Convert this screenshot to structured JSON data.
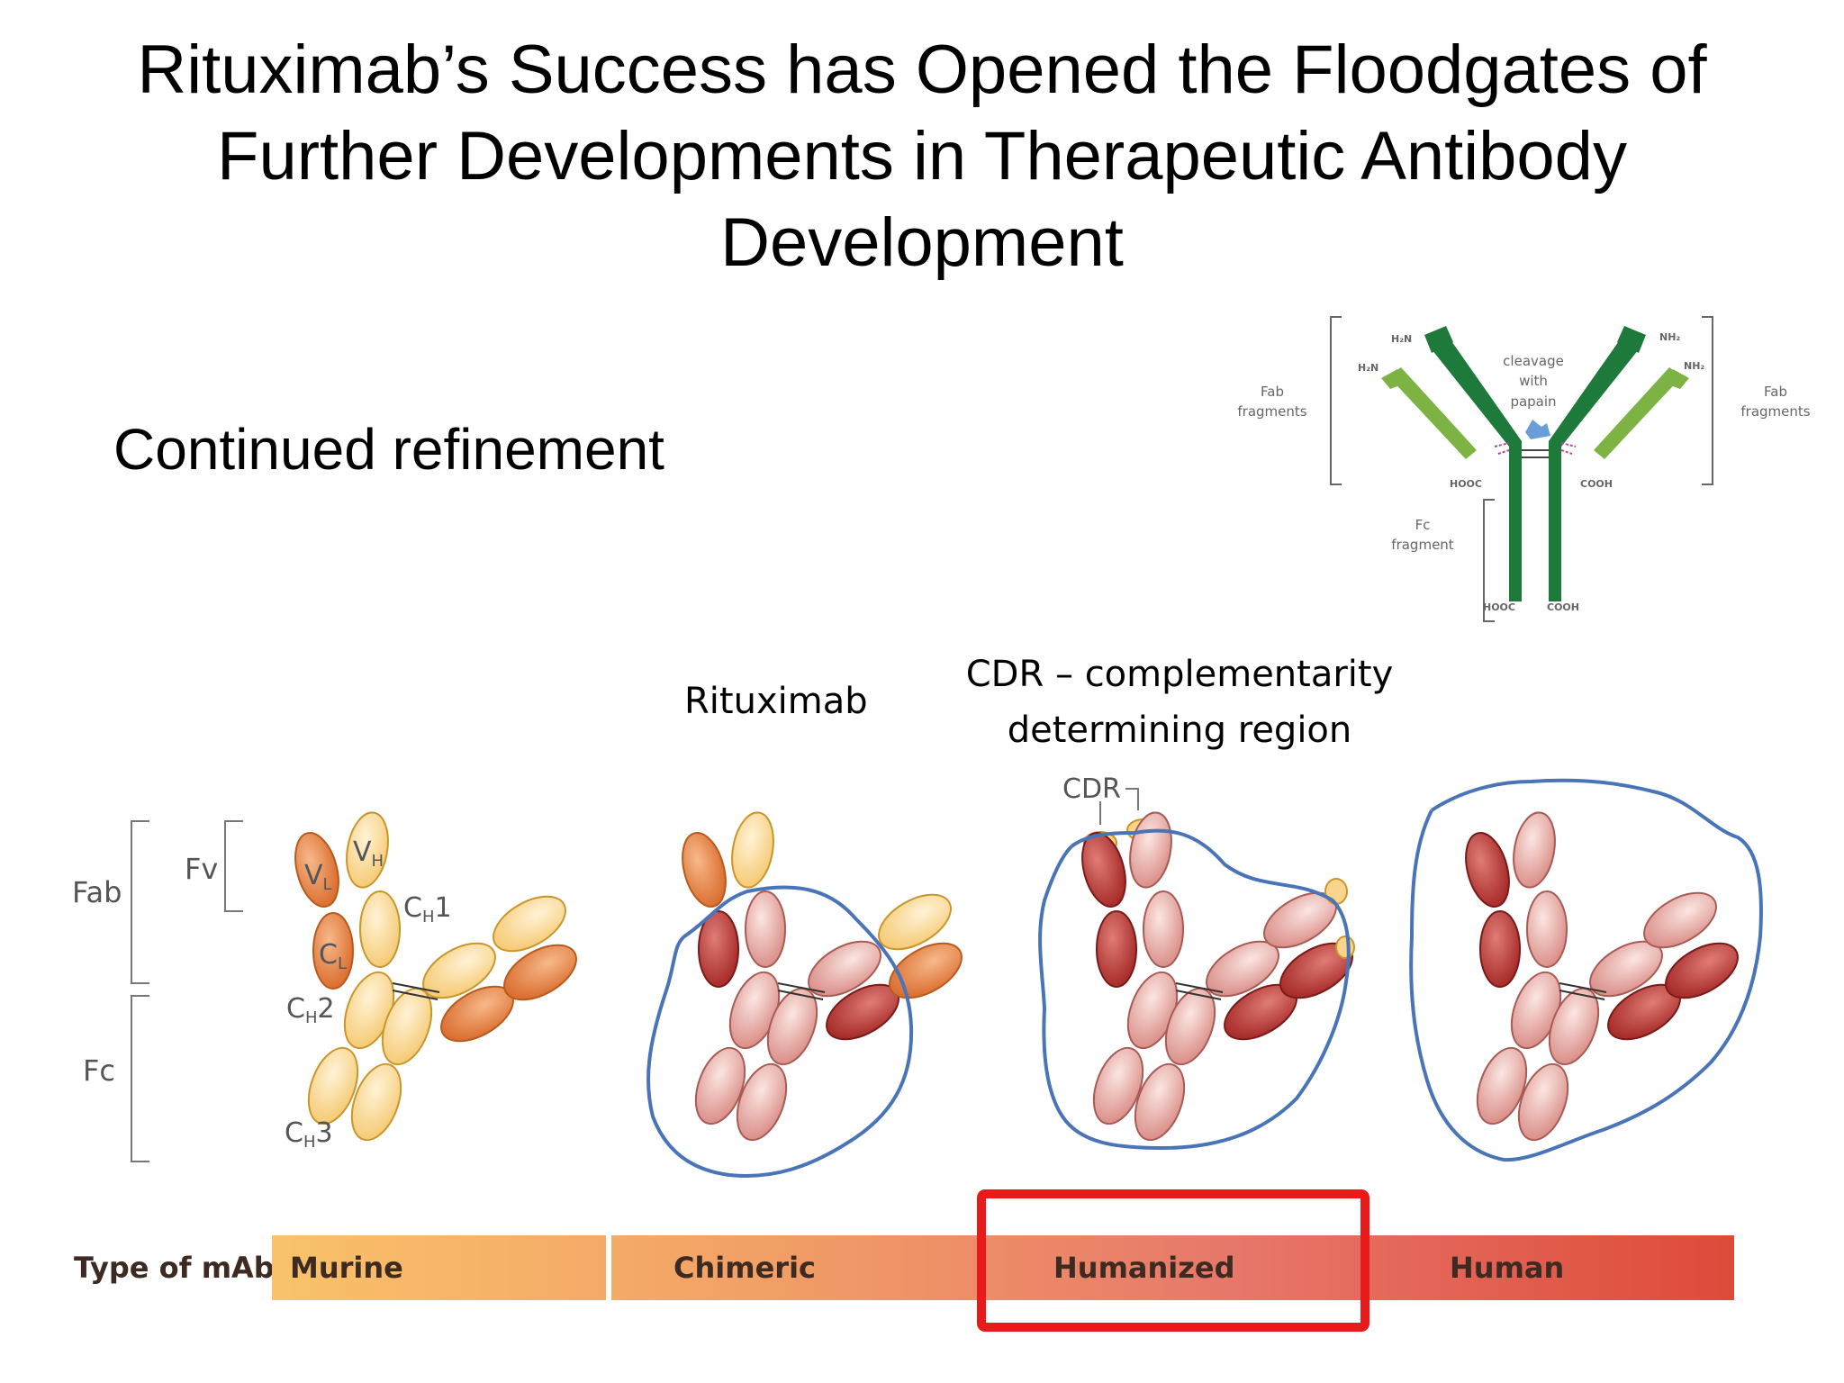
{
  "slide": {
    "title_line1": "Rituximab’s Success has Opened the Floodgates of",
    "title_line2": "Further Developments in Therapeutic Antibody",
    "title_line3": "Development",
    "subtitle": "Continued refinement",
    "caption_rituximab": "Rituximab",
    "caption_cdr_line1": "CDR – complementarity",
    "caption_cdr_line2": "determining region"
  },
  "antibody_structure": {
    "labels": {
      "fab_fragments_left_1": "Fab",
      "fab_fragments_left_2": "fragments",
      "fab_fragments_right_1": "Fab",
      "fab_fragments_right_2": "fragments",
      "cleavage_1": "cleavage",
      "cleavage_2": "with",
      "cleavage_3": "papain",
      "fc_fragment_1": "Fc",
      "fc_fragment_2": "fragment",
      "h2n_a": "H₂N",
      "h2n_b": "H₂N",
      "nh2_a": "NH₂",
      "nh2_b": "NH₂",
      "hooc_a": "HOOC",
      "cooh_a": "COOH",
      "hooc_b": "HOOC",
      "cooh_b": "COOH"
    }
  },
  "domain_diagram": {
    "fab": "Fab",
    "fv": "Fv",
    "fc": "Fc",
    "vl": "V",
    "vl_sub": "L",
    "vh": "V",
    "vh_sub": "H",
    "cl": "C",
    "cl_sub": "L",
    "ch1": "C",
    "ch1_sub": "H",
    "ch1_num": "1",
    "ch2": "C",
    "ch2_sub": "H",
    "ch2_num": "2",
    "ch3": "C",
    "ch3_sub": "H",
    "ch3_num": "3",
    "cdr": "CDR"
  },
  "mab_types": {
    "label": "Type of mAb",
    "types": [
      "Murine",
      "Chimeric",
      "Humanized",
      "Human"
    ],
    "highlighted": "Humanized",
    "highlight_color": "#e81a1a"
  },
  "colors": {
    "murine_light": "#f9d48c",
    "murine_dark": "#e8823a",
    "human_light": "#f2b8b0",
    "human_dark": "#b8302e",
    "outline_blue": "#4a74b8"
  }
}
